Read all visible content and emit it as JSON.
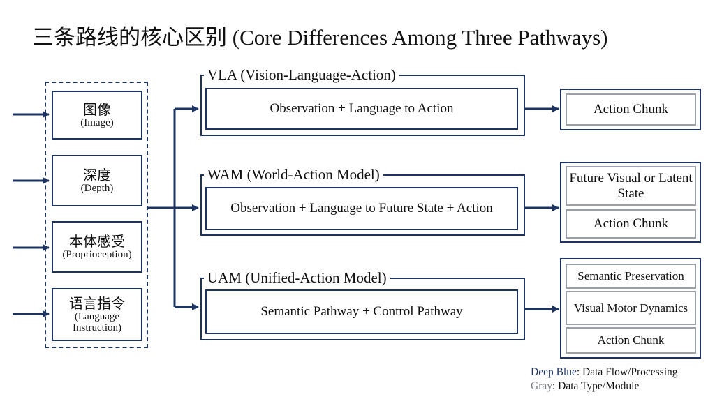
{
  "title": "三条路线的核心区别 (Core Differences Among Three Pathways)",
  "colors": {
    "deep_blue": "#1d3462",
    "gray": "#9aa0a8"
  },
  "inputs": [
    {
      "zh": "图像",
      "en": "(Image)"
    },
    {
      "zh": "深度",
      "en": "(Depth)"
    },
    {
      "zh": "本体感受",
      "en": "(Proprioception)"
    },
    {
      "zh": "语言指令",
      "en": "(Language Instruction)"
    }
  ],
  "pathways": [
    {
      "name": "VLA (Vision-Language-Action)",
      "description": "Observation + Language to Action",
      "outputs": [
        "Action Chunk"
      ]
    },
    {
      "name": "WAM (World-Action Model)",
      "description": "Observation + Language to Future State + Action",
      "outputs": [
        "Future Visual or Latent State",
        "Action Chunk"
      ]
    },
    {
      "name": "UAM (Unified-Action Model)",
      "description": "Semantic Pathway + Control Pathway",
      "outputs": [
        "Semantic Preservation",
        "Visual Motor Dynamics",
        "Action Chunk"
      ]
    }
  ],
  "legend": {
    "blue_term": "Deep Blue",
    "blue_text": ": Data Flow/Processing",
    "gray_term": "Gray",
    "gray_text": ": Data Type/Module"
  }
}
